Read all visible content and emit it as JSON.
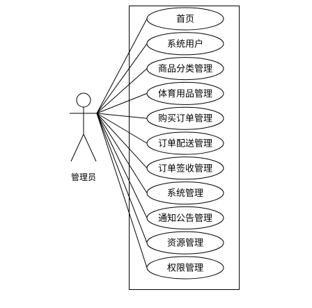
{
  "actor": {
    "label": "管理员"
  },
  "use_cases": [
    {
      "label": "首页"
    },
    {
      "label": "系统用户"
    },
    {
      "label": "商品分类管理"
    },
    {
      "label": "体育用品管理"
    },
    {
      "label": "购买订单管理"
    },
    {
      "label": "订单配送管理"
    },
    {
      "label": "订单签收管理"
    },
    {
      "label": "系统管理"
    },
    {
      "label": "通知公告管理"
    },
    {
      "label": "资源管理"
    },
    {
      "label": "权限管理"
    }
  ]
}
